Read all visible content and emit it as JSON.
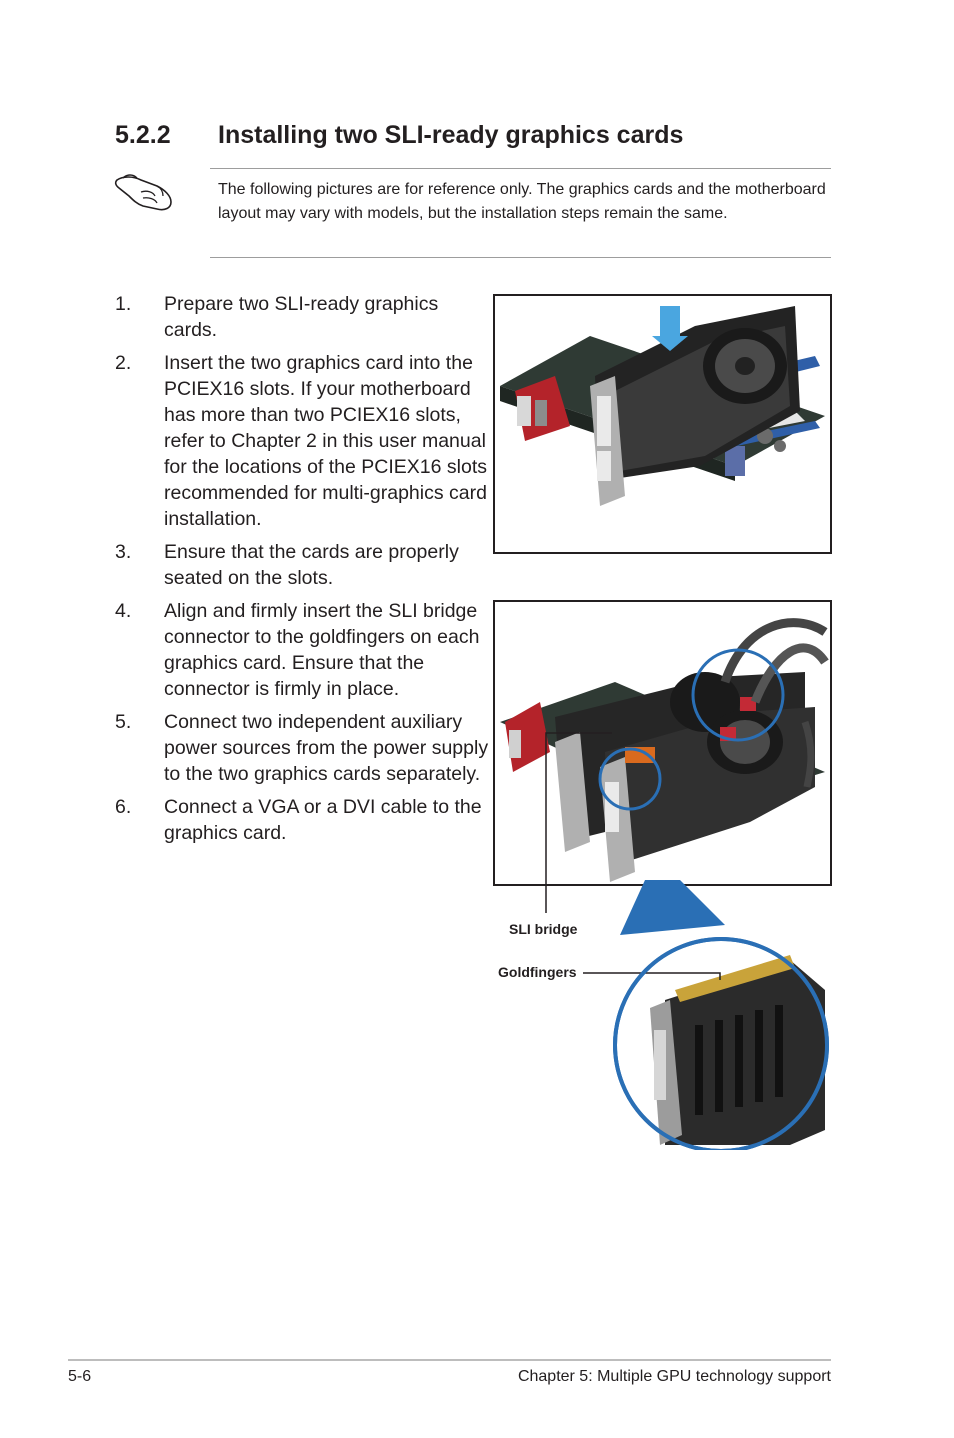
{
  "section": {
    "number": "5.2.2",
    "title": "Installing two SLI-ready graphics cards"
  },
  "note": {
    "icon": "hand-pointing-icon",
    "text": "The following pictures are for reference only. The graphics cards and the motherboard layout may vary with models, but the installation steps remain the same."
  },
  "steps": [
    {
      "num": "1.",
      "text": "Prepare two SLI-ready graphics cards."
    },
    {
      "num": "2.",
      "text": "Insert the two graphics card into the PCIEX16 slots. If your motherboard has more than two PCIEX16 slots, refer to Chapter 2 in this user manual for the locations of the PCIEX16 slots recommended for multi-graphics card installation."
    },
    {
      "num": "3.",
      "text": "Ensure that the cards are properly seated on the slots."
    },
    {
      "num": "4.",
      "text": "Align and firmly insert the SLI bridge connector to the goldfingers on each graphics card. Ensure that the connector is firmly in place."
    },
    {
      "num": "5.",
      "text": "Connect two independent auxiliary power sources from the power supply to the two graphics cards separately."
    },
    {
      "num": "6.",
      "text": "Connect a VGA or a DVI cable to the graphics card."
    }
  ],
  "figure": {
    "label_sli_bridge": "SLI bridge",
    "label_goldfingers": "Goldfingers",
    "callout_color": "#2a6fb5"
  },
  "footer": {
    "page": "5-6",
    "chapter": "Chapter 5: Multiple GPU technology support"
  }
}
